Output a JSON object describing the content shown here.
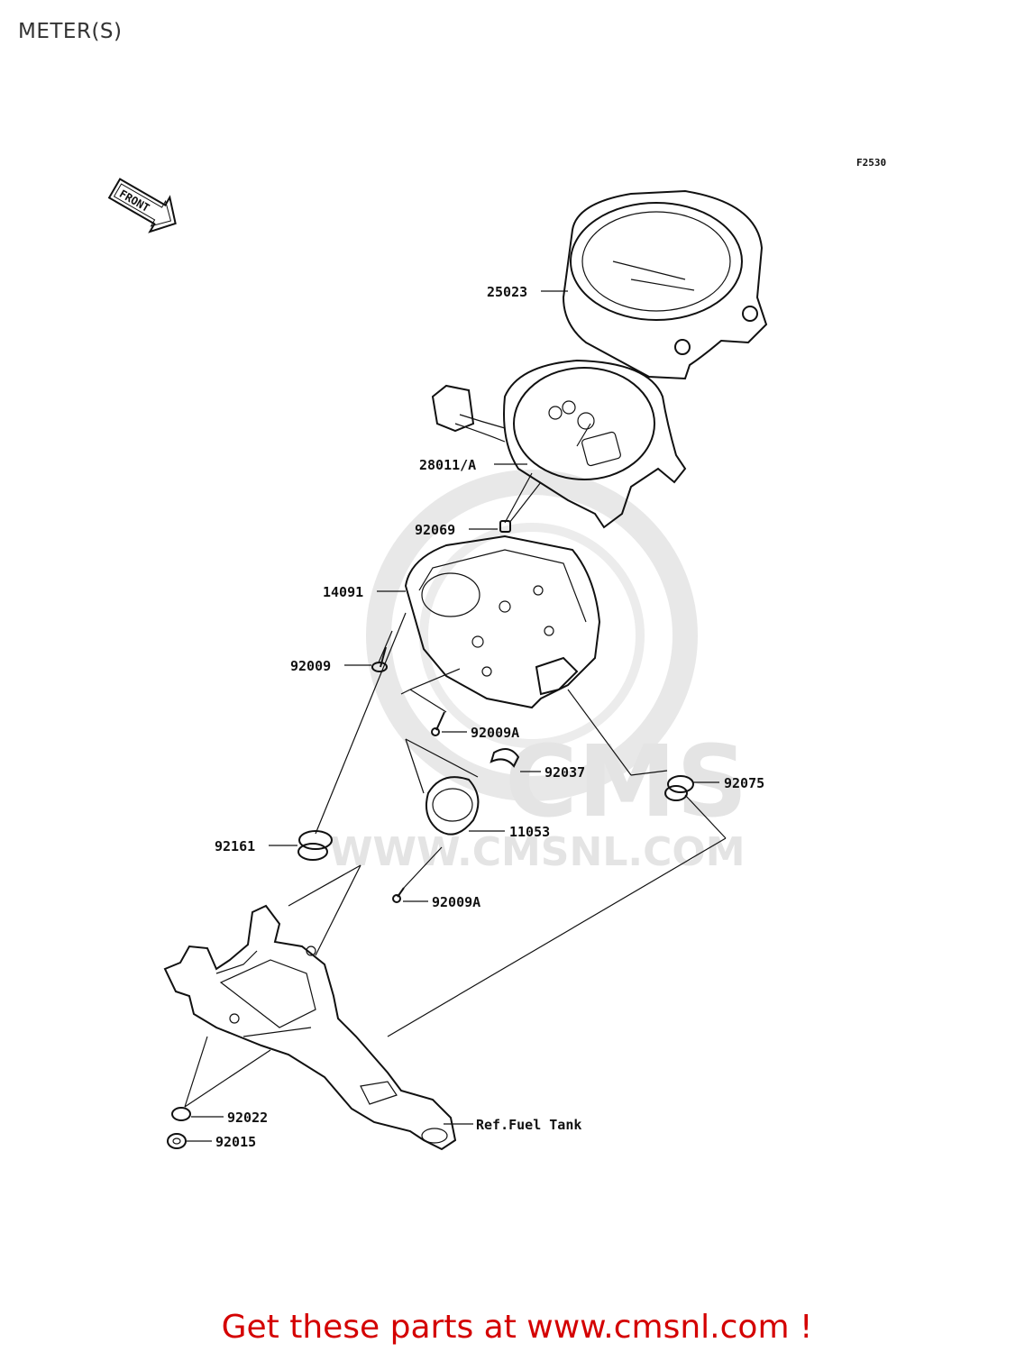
{
  "page": {
    "title": "METER(S)",
    "figure_code": "F2530"
  },
  "watermark": {
    "logo_text": "CMS",
    "url_text": "WWW.CMSNL.COM"
  },
  "front_arrow": {
    "label": "FRONT"
  },
  "parts": [
    {
      "id": "p25023",
      "label": "25023"
    },
    {
      "id": "p28011A",
      "label": "28011/A"
    },
    {
      "id": "p92069",
      "label": "92069"
    },
    {
      "id": "p14091",
      "label": "14091"
    },
    {
      "id": "p92009",
      "label": "92009"
    },
    {
      "id": "p92009A_1",
      "label": "92009A"
    },
    {
      "id": "p92037",
      "label": "92037"
    },
    {
      "id": "p92075",
      "label": "92075"
    },
    {
      "id": "p92161",
      "label": "92161"
    },
    {
      "id": "p11053",
      "label": "11053"
    },
    {
      "id": "p92009A_2",
      "label": "92009A"
    },
    {
      "id": "p92022",
      "label": "92022"
    },
    {
      "id": "p92015",
      "label": "92015"
    },
    {
      "id": "pRefFuel",
      "label": "Ref.Fuel Tank"
    }
  ],
  "footer": {
    "text": "Get these parts at www.cmsnl.com !"
  },
  "colors": {
    "footer": "#d40000",
    "lines": "#111111",
    "watermark": "#e4e4e4"
  }
}
